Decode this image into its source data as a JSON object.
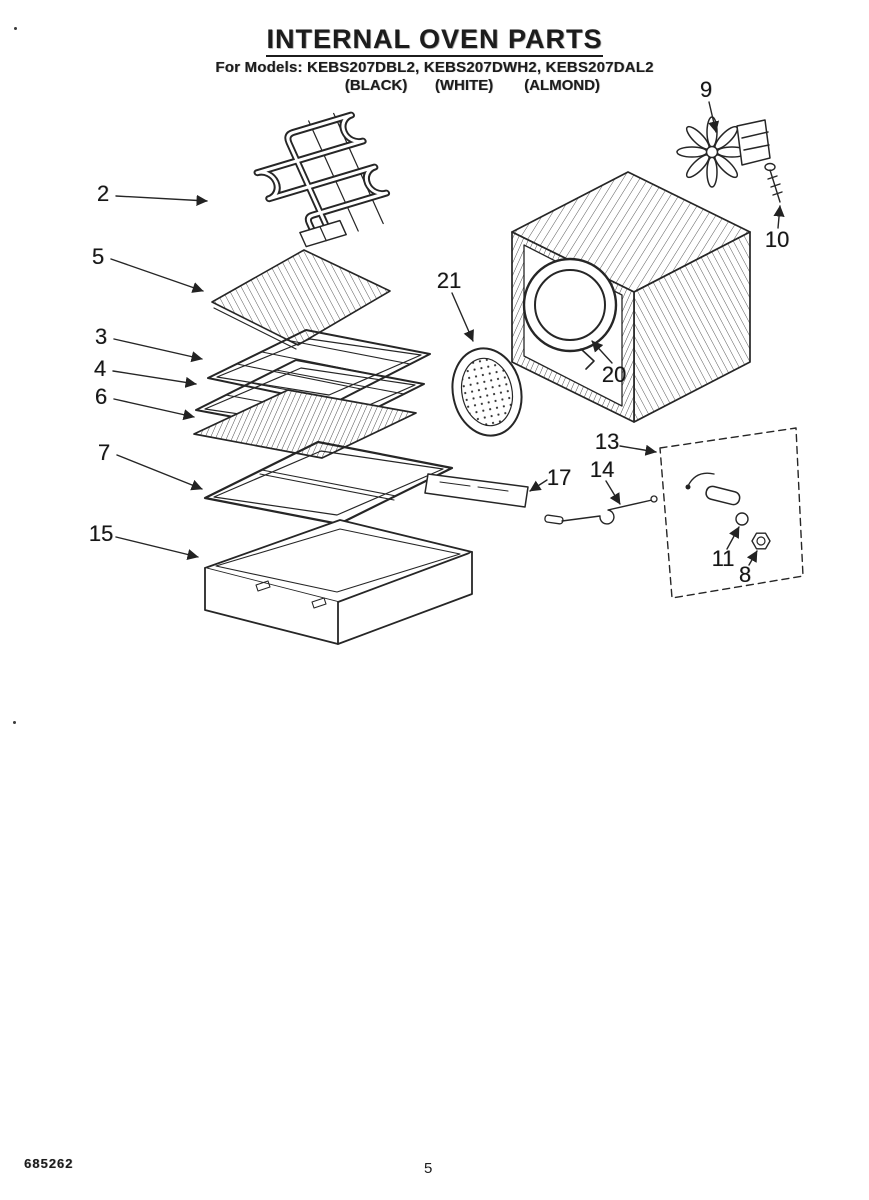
{
  "header": {
    "title": "INTERNAL OVEN PARTS",
    "models_line": "For Models: KEBS207DBL2, KEBS207DWH2, KEBS207DAL2",
    "color_labels": [
      "(BLACK)",
      "(WHITE)",
      "(ALMOND)"
    ]
  },
  "callouts": {
    "c2": "2",
    "c3": "3",
    "c4": "4",
    "c5": "5",
    "c6": "6",
    "c7": "7",
    "c8": "8",
    "c9": "9",
    "c10": "10",
    "c11": "11",
    "c13": "13",
    "c14": "14",
    "c15": "15",
    "c17": "17",
    "c20": "20",
    "c21": "21"
  },
  "footer": {
    "document_number": "685262",
    "page_number": "5"
  }
}
